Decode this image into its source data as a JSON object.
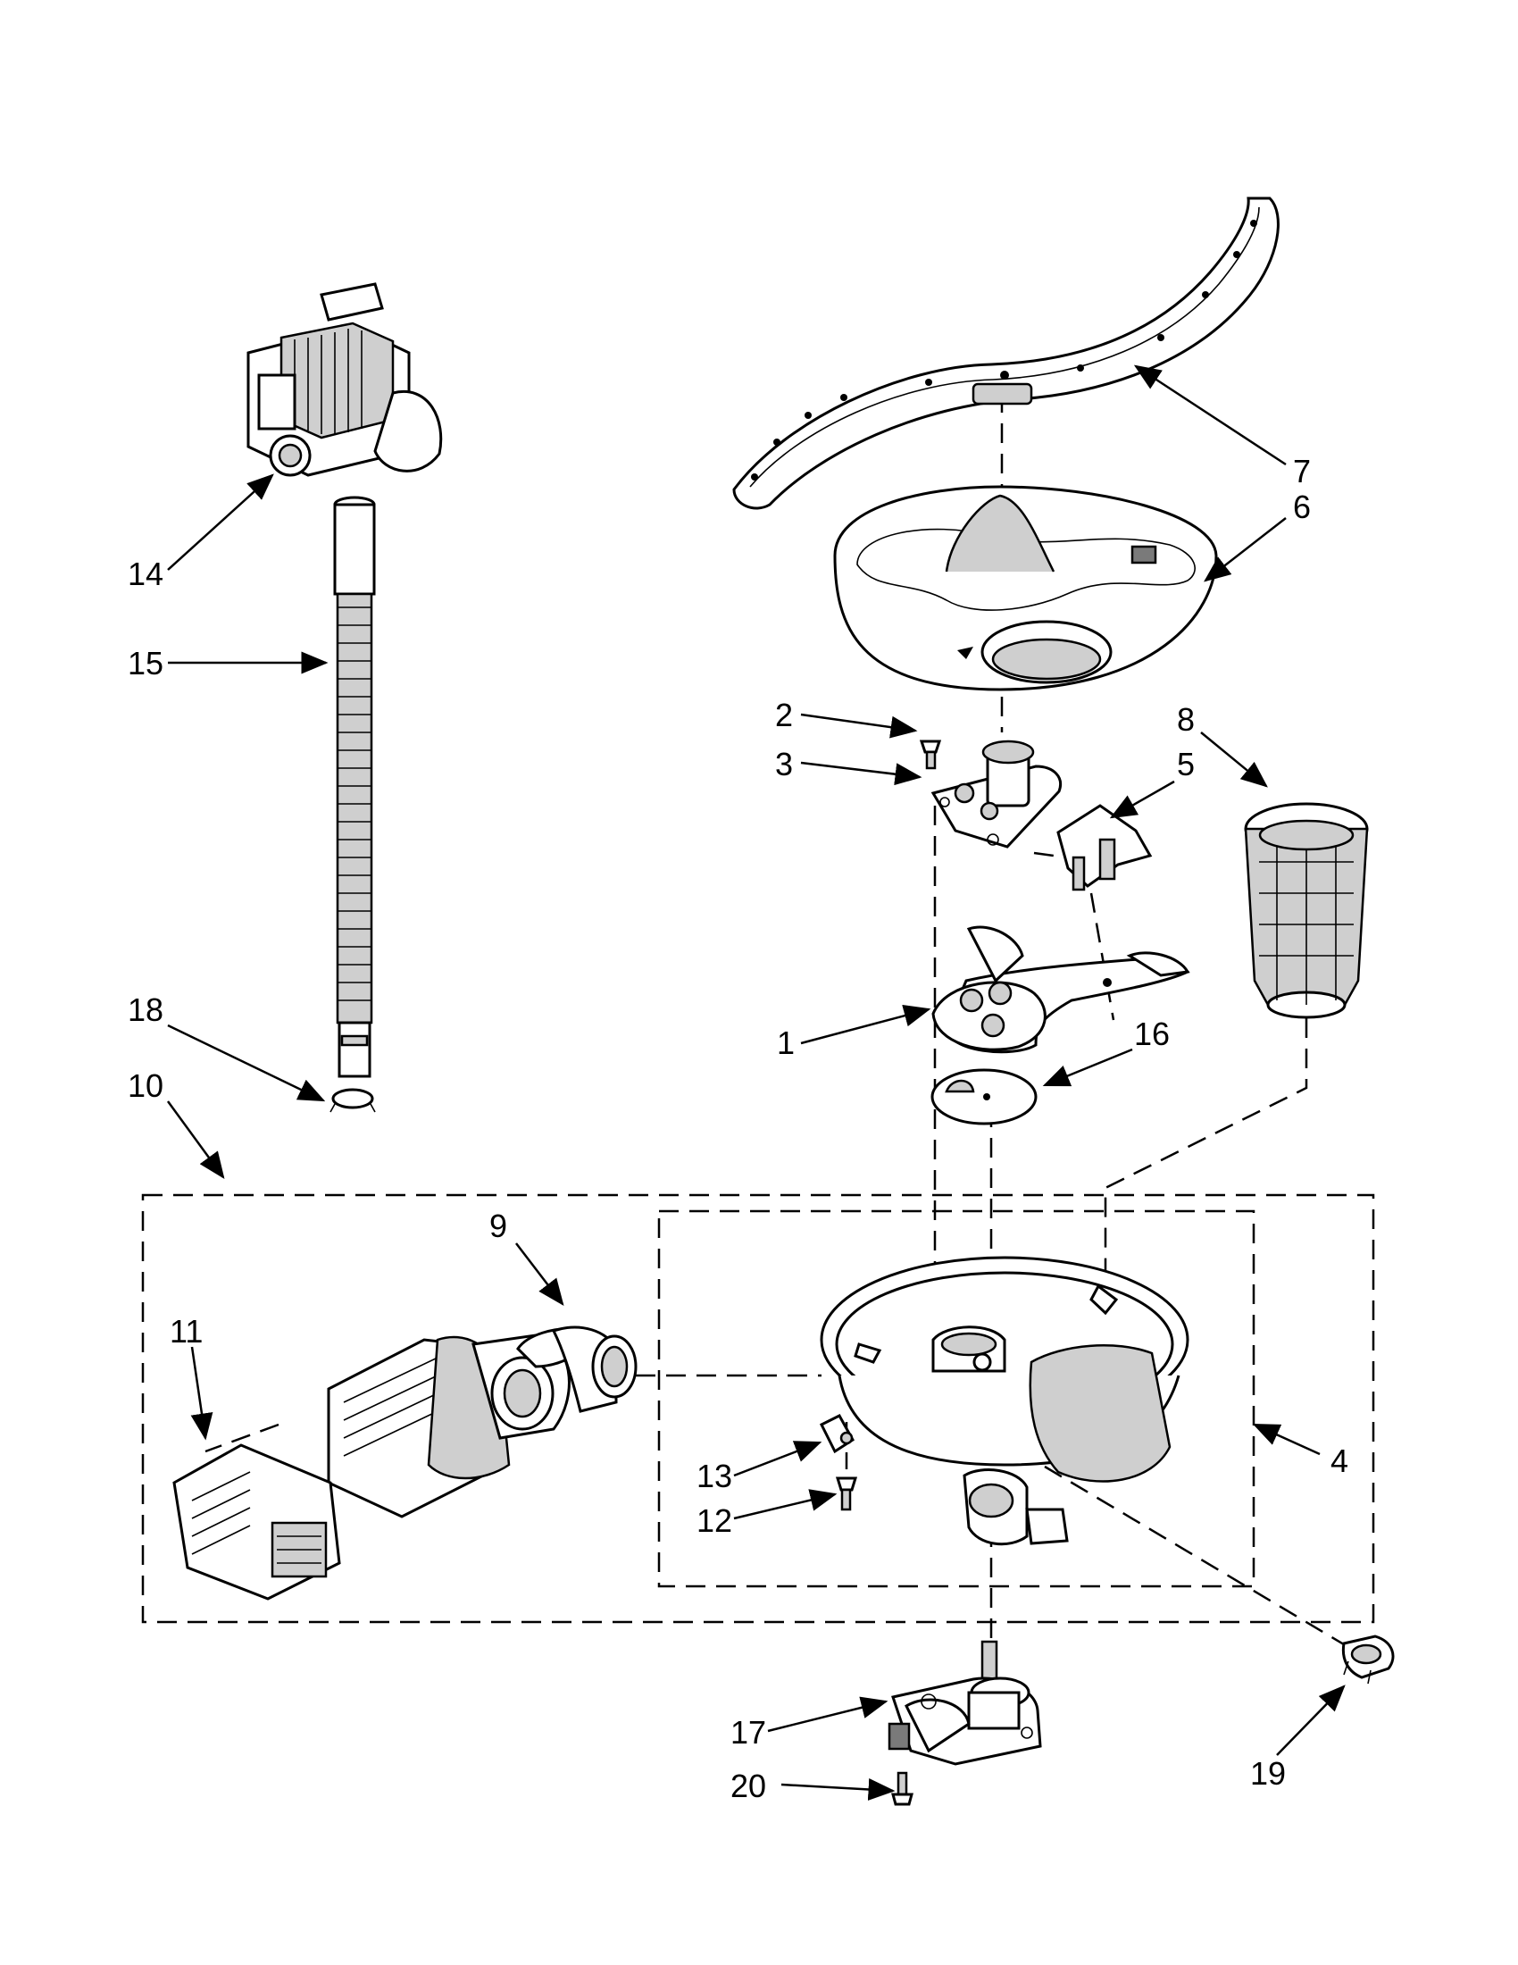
{
  "callouts": {
    "c1": "1",
    "c2": "2",
    "c3": "3",
    "c4": "4",
    "c5": "5",
    "c6": "6",
    "c7": "7",
    "c8": "8",
    "c9": "9",
    "c10": "10",
    "c11": "11",
    "c12": "12",
    "c13": "13",
    "c14": "14",
    "c15": "15",
    "c16": "16",
    "c17": "17",
    "c18": "18",
    "c19": "19",
    "c20": "20"
  },
  "colors": {
    "ink": "#000000",
    "paper": "#ffffff",
    "shade": "#cfcfcf",
    "dark": "#7a7a7a"
  }
}
